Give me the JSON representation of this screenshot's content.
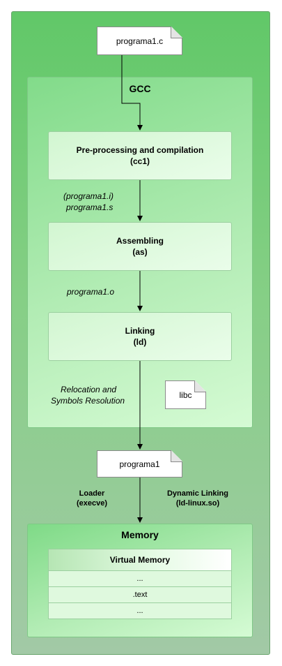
{
  "diagram": {
    "source_file": "programa1.c",
    "gcc_title": "GCC",
    "steps": [
      {
        "line1": "Pre-processing and compilation",
        "line2": "(cc1)"
      },
      {
        "line1": "Assembling",
        "line2": "(as)"
      },
      {
        "line1": "Linking",
        "line2": "(ld)"
      }
    ],
    "intermediate_labels": {
      "after_compile_1": "(programa1.i)",
      "after_compile_2": "programa1.s",
      "after_assemble": "programa1.o",
      "link_note_1": "Relocation and",
      "link_note_2": "Symbols Resolution"
    },
    "library": "libc",
    "executable": "programa1",
    "loader": {
      "line1": "Loader",
      "line2": "(execve)"
    },
    "dynamic_linking": {
      "line1": "Dynamic Linking",
      "line2": "(ld-linux.so)"
    },
    "memory_title": "Memory",
    "virtual_memory": {
      "header": "Virtual Memory",
      "rows": [
        "...",
        ".text",
        "..."
      ]
    }
  }
}
